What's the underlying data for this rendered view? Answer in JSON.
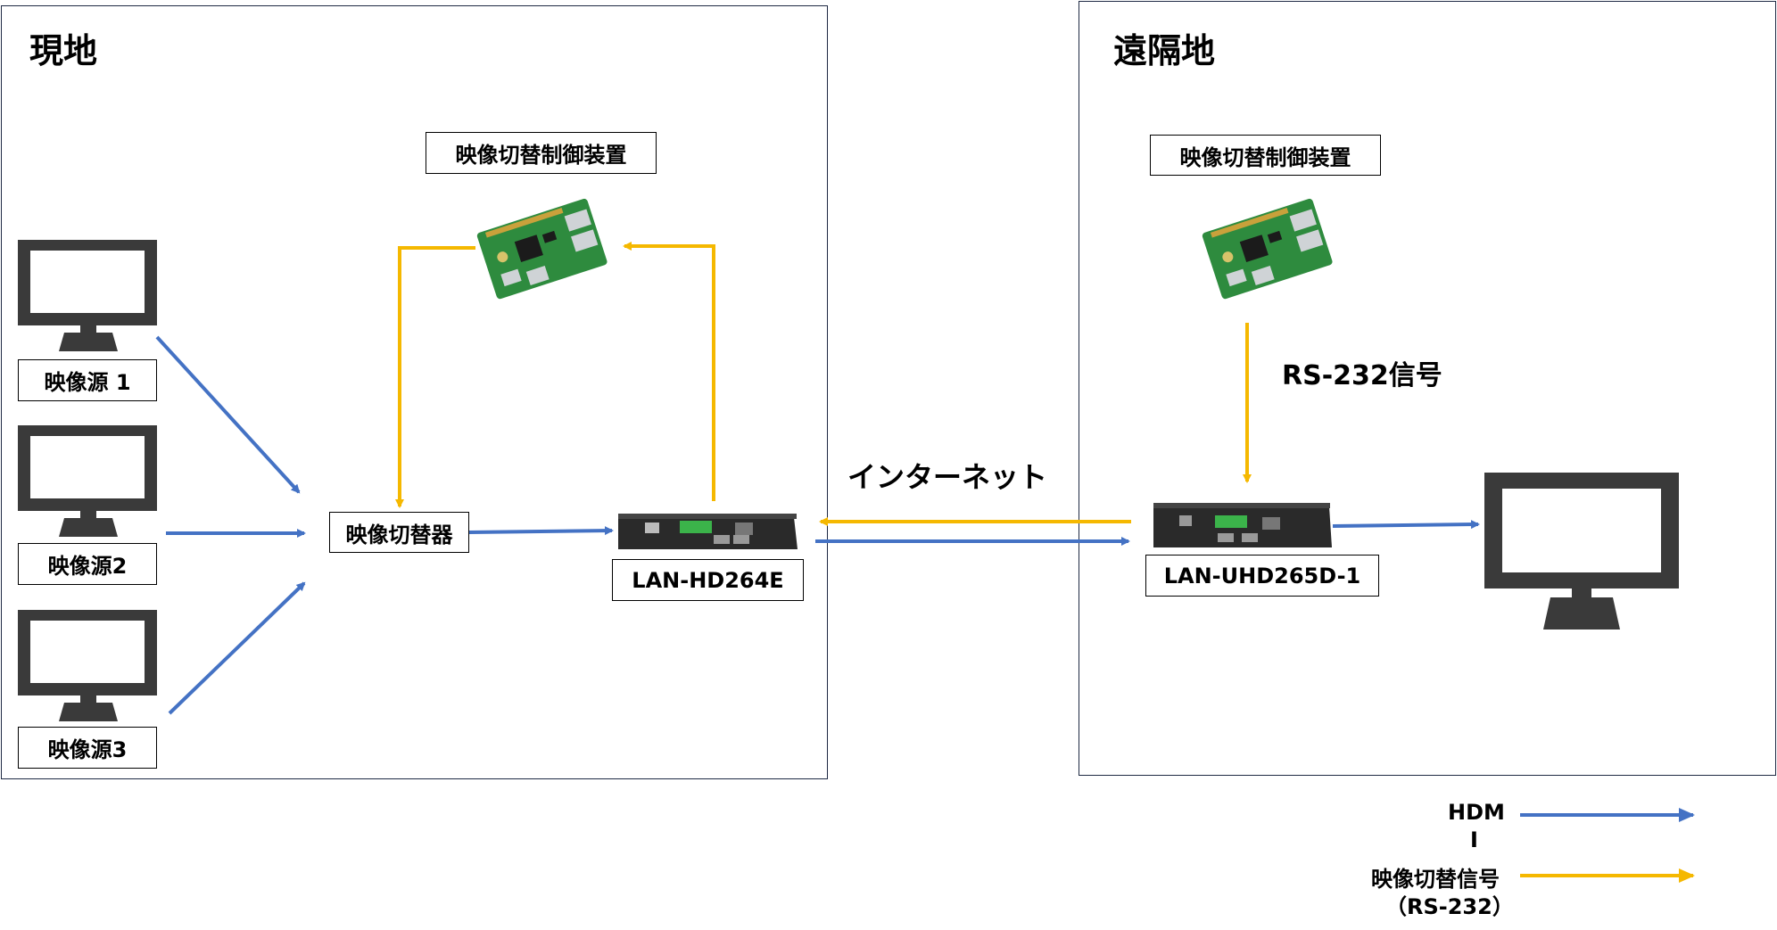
{
  "local": {
    "title": "現地"
  },
  "remote": {
    "title": "遠隔地"
  },
  "labels": {
    "source1": "映像源 1",
    "source2": "映像源2",
    "source3": "映像源3",
    "switcher": "映像切替器",
    "controller_local": "映像切替制御装置",
    "controller_remote": "映像切替制御装置",
    "encoder": "LAN-HD264E",
    "decoder": "LAN-UHD265D-1",
    "internet": "インターネット",
    "rs232_signal": "RS-232信号"
  },
  "legend": {
    "hdmi_line1": "HDM",
    "hdmi_line2": "I",
    "rs232_line1": "映像切替信号",
    "rs232_line2": "（RS-232）"
  },
  "colors": {
    "hdmi": "#4472c4",
    "rs232": "#f5b800",
    "monitor": "#3a3a3a",
    "board": "#2e8b3e"
  }
}
